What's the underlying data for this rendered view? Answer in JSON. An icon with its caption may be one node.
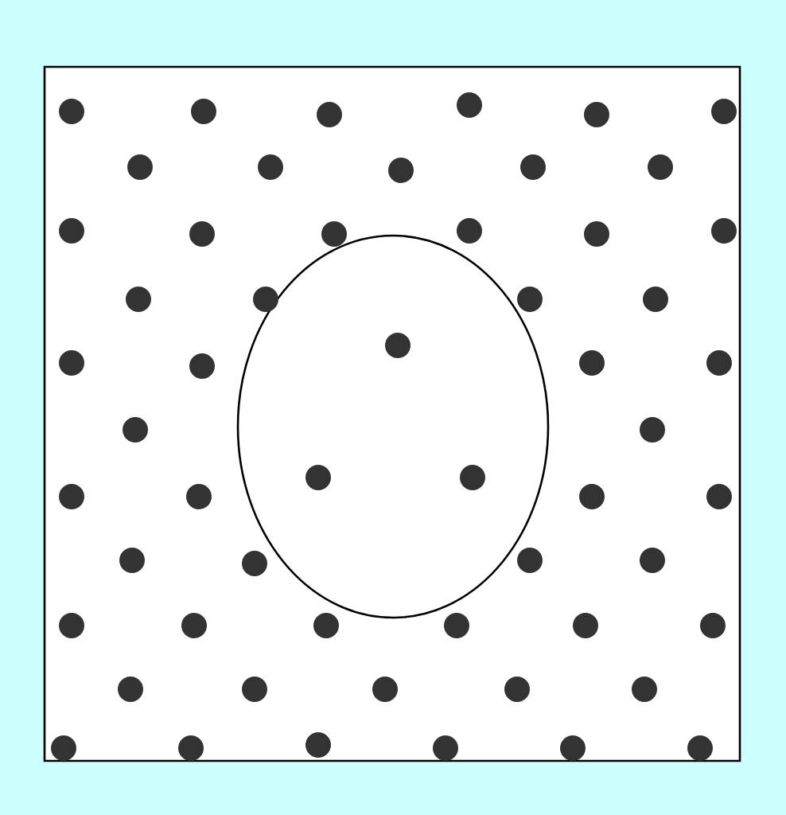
{
  "diagram": {
    "nodes": [
      {
        "text": [],
        "shape": "box"
      },
      {
        "text": [],
        "shape": "circle",
        "in": 0
      }
    ]
  }
}
